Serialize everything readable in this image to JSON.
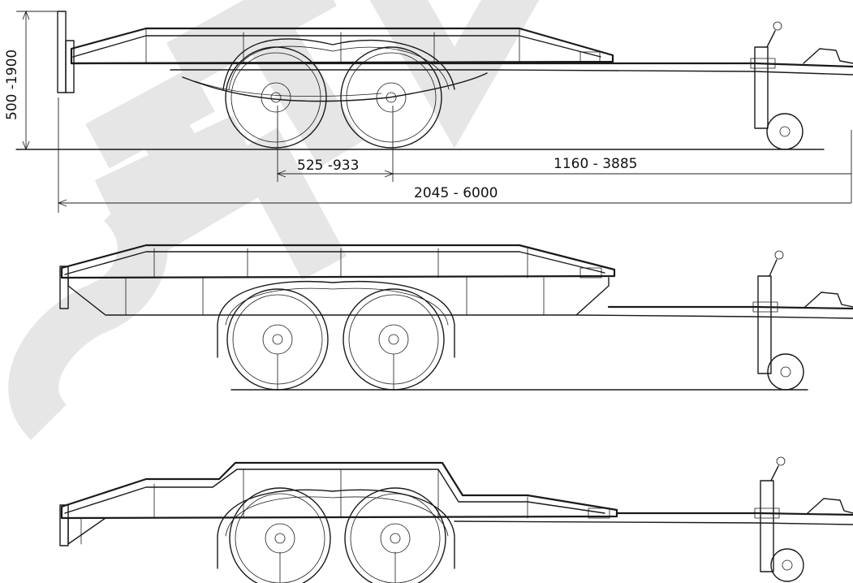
{
  "dimensions": {
    "height": "500 -1900",
    "axle_spacing": "525 -933",
    "axle_to_hitch": "1160 - 3885",
    "overall_length": "2045 - 6000"
  },
  "watermark": {
    "text": "SERTA",
    "color": "#e6e6e6"
  },
  "views": [
    {
      "variant": "wheels-below-deck"
    },
    {
      "variant": "wheels-under-raised-frame"
    },
    {
      "variant": "wheels-through-stepped-deck"
    }
  ],
  "colors": {
    "line": "#1a1a1a",
    "background": "#ffffff"
  }
}
